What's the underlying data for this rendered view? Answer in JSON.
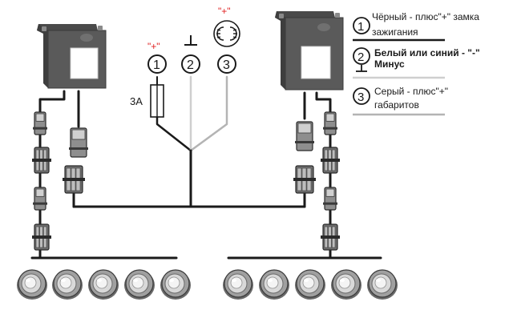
{
  "colors": {
    "wire_black": "#1a1a1a",
    "wire_gray": "#b4b4b4",
    "wire_light_gray": "#cfcfcf",
    "plus_red": "#e02020",
    "module_body": "#5a5a5a",
    "lamp_body": "#9a9a9a"
  },
  "terminals": {
    "t1": {
      "number": "1",
      "sign": "\"+\""
    },
    "t2": {
      "number": "2",
      "sign": "┴"
    },
    "t3": {
      "number": "3",
      "sign": "\"+\""
    }
  },
  "fuse": {
    "label": "3A"
  },
  "legend": {
    "items": [
      {
        "number": "1",
        "line1": "Чёрный - плюс\"+\" замка",
        "line2": "зажигания"
      },
      {
        "number": "2",
        "line1": "Белый или синий -  \"-\"",
        "line2": "Минус"
      },
      {
        "number": "3",
        "line1": "Серый - плюс\"+\"",
        "line2": "габаритов"
      }
    ]
  },
  "icons": {
    "parking_light": "parking-light-icon",
    "ground": "ground-symbol-icon",
    "fuse": "fuse-icon",
    "module": "control-module-icon",
    "connector": "connector-icon",
    "lamp": "led-lamp-icon"
  }
}
